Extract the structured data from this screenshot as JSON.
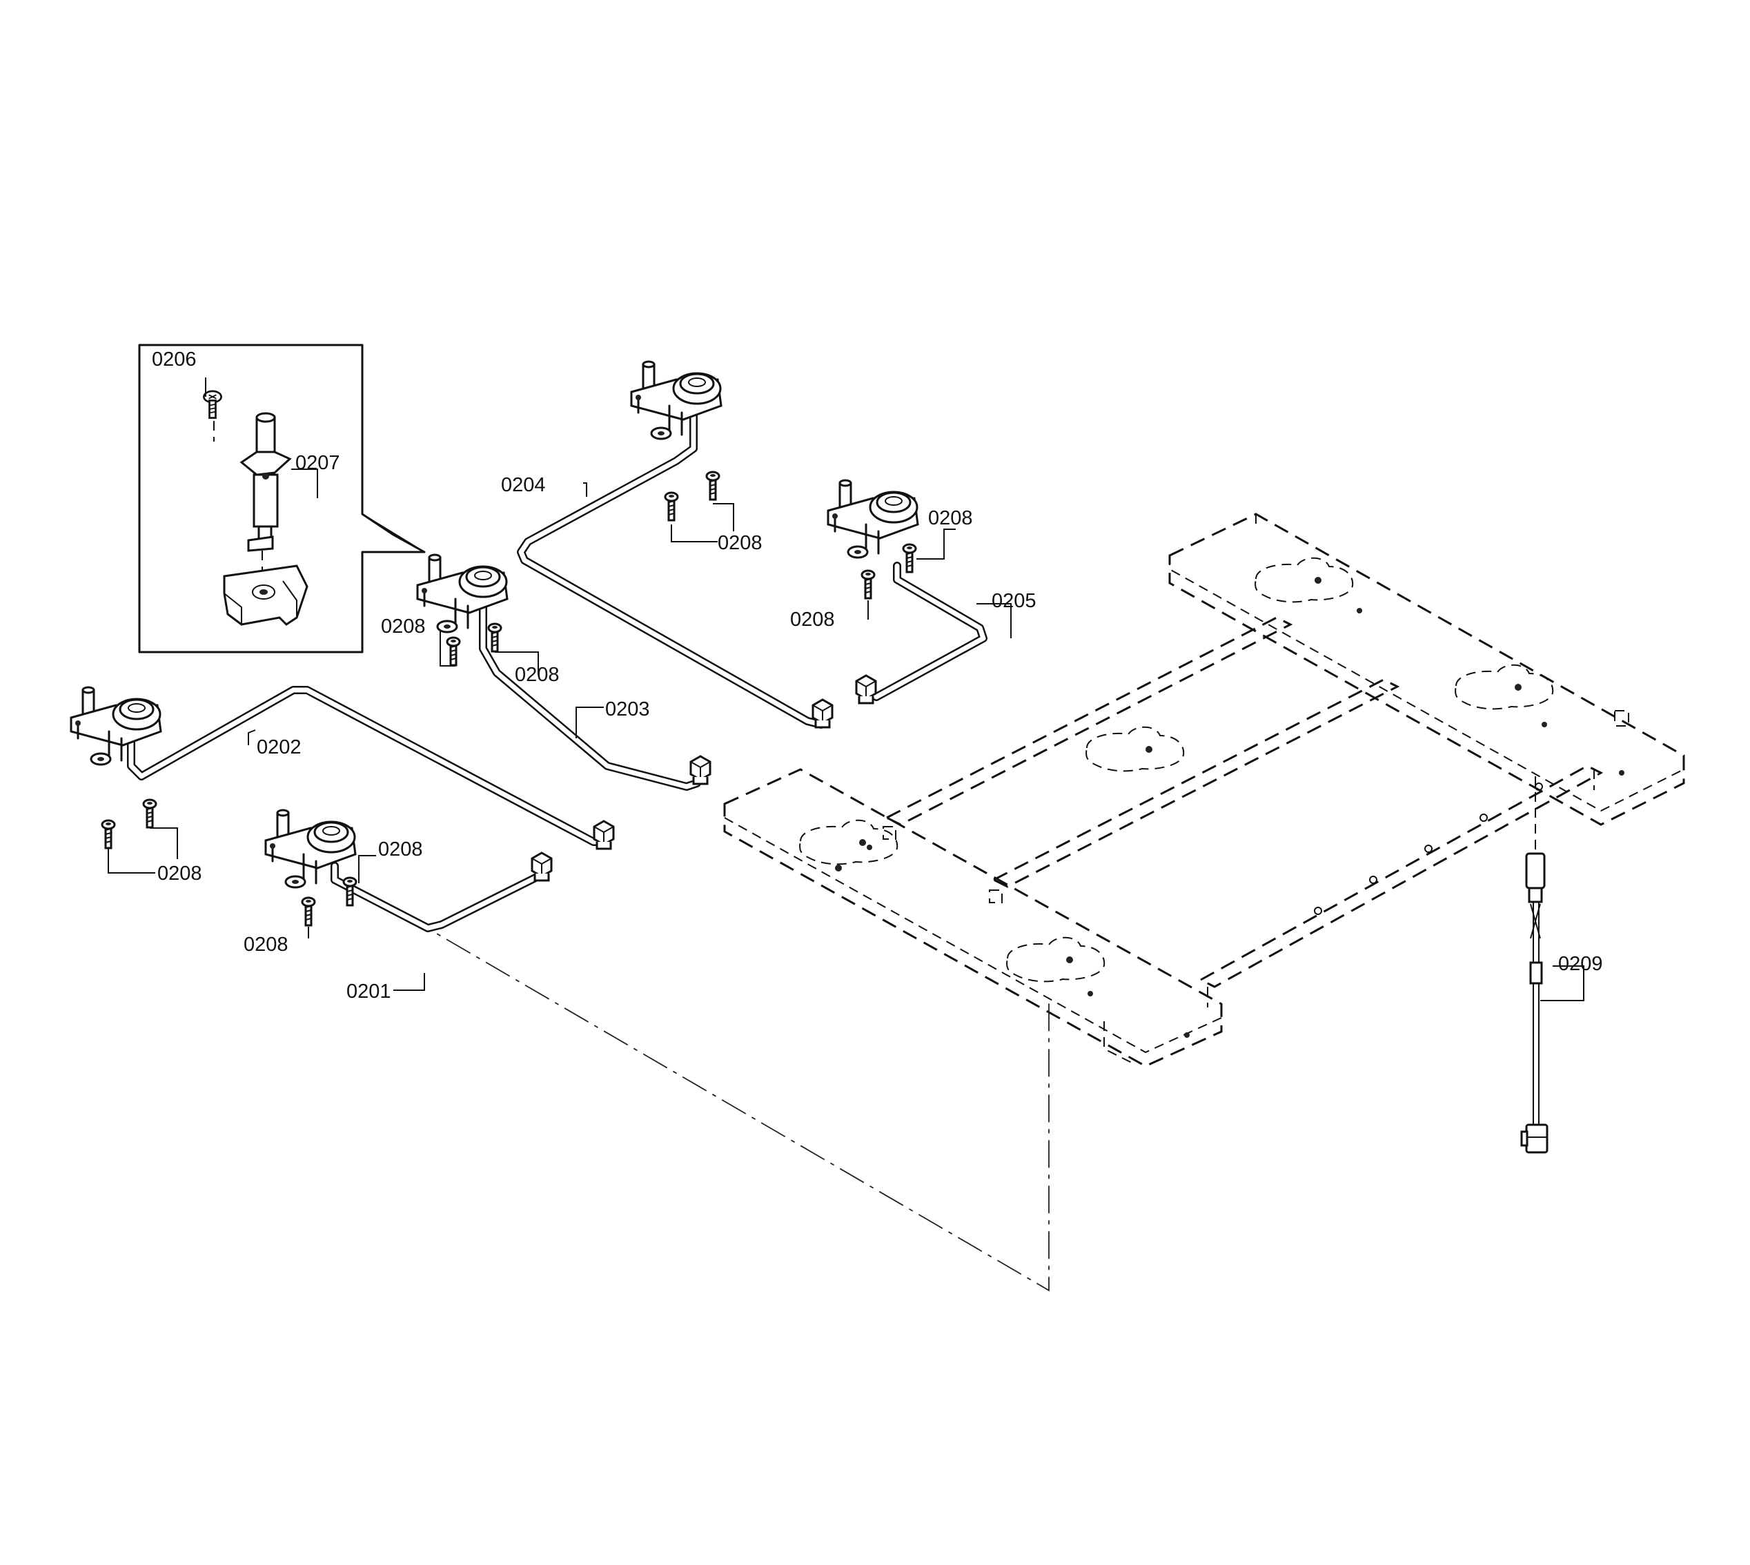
{
  "labels": {
    "p0201": "0201",
    "p0202": "0202",
    "p0203": "0203",
    "p0204": "0204",
    "p0205": "0205",
    "p0206": "0206",
    "p0207": "0207",
    "p0208": "0208",
    "p0209": "0209"
  },
  "colors": {
    "line": "#111111",
    "background": "#ffffff"
  }
}
